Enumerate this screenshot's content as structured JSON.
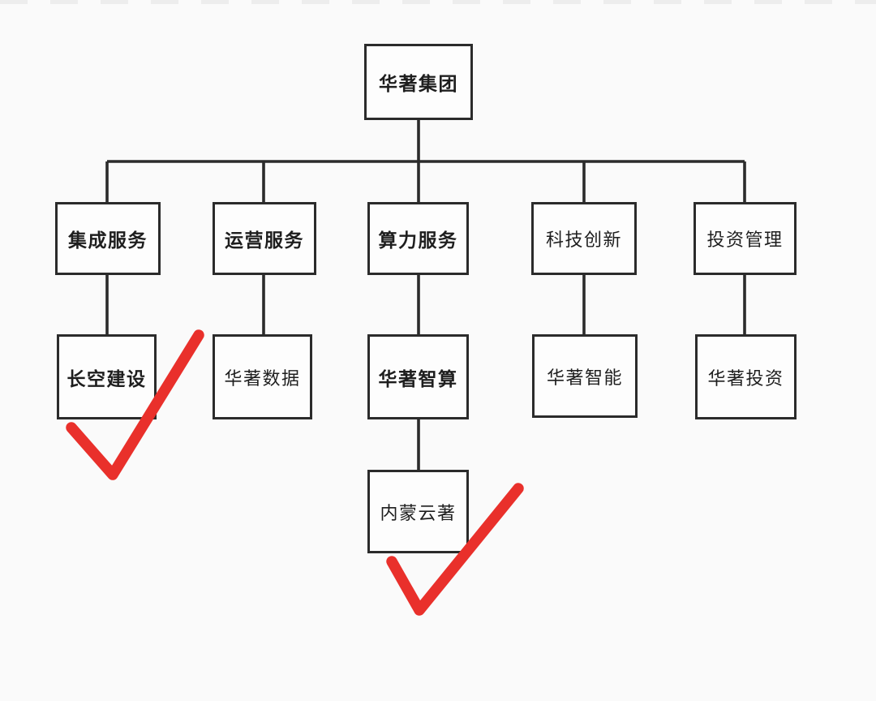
{
  "org_chart": {
    "root": {
      "label": "华著集团"
    },
    "level2": [
      {
        "label": "集成服务"
      },
      {
        "label": "运营服务"
      },
      {
        "label": "算力服务"
      },
      {
        "label": "科技创新"
      },
      {
        "label": "投资管理"
      }
    ],
    "level3": [
      {
        "label": "长空建设"
      },
      {
        "label": "华著数据"
      },
      {
        "label": "华著智算"
      },
      {
        "label": "华著智能"
      },
      {
        "label": "华著投资"
      }
    ],
    "level4": [
      {
        "label": "内蒙云著"
      }
    ],
    "annotations": {
      "checkmarks": [
        {
          "target": "长空建设"
        },
        {
          "target": "内蒙云著"
        }
      ],
      "color": "#e9302b"
    },
    "colors": {
      "line": "#2b2b2b",
      "box_fill": "#fdfdfd",
      "background": "#fafafa"
    }
  }
}
